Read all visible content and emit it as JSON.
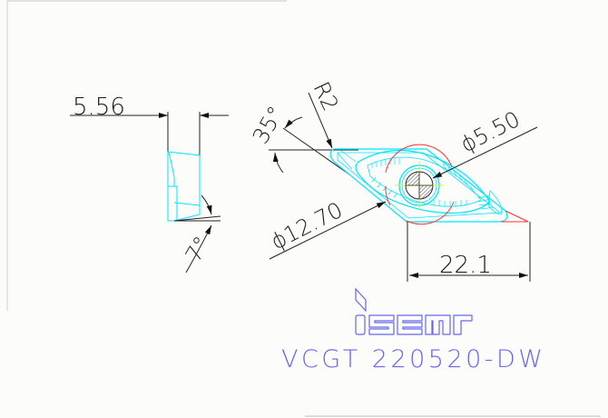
{
  "drawing": {
    "title": "VCGT 220520-DW",
    "brand": "iscar",
    "colors": {
      "background": "#fcfdfb",
      "dimension_line": "#222222",
      "insert_outline": "#00e5ff",
      "construction_red": "#ff3333",
      "centerline_yellow": "#e6e600",
      "brand_blue": "#6666ee",
      "hatch": "#444444"
    },
    "side_view": {
      "thickness_label": "5.56",
      "relief_angle_label": "7°"
    },
    "top_view": {
      "included_angle_label": "35°",
      "corner_radius_label": "R2",
      "hole_diameter_label": "ϕ5.50",
      "inscribed_circle_label": "ϕ12.70",
      "cutting_edge_length_label": "22.1"
    }
  }
}
